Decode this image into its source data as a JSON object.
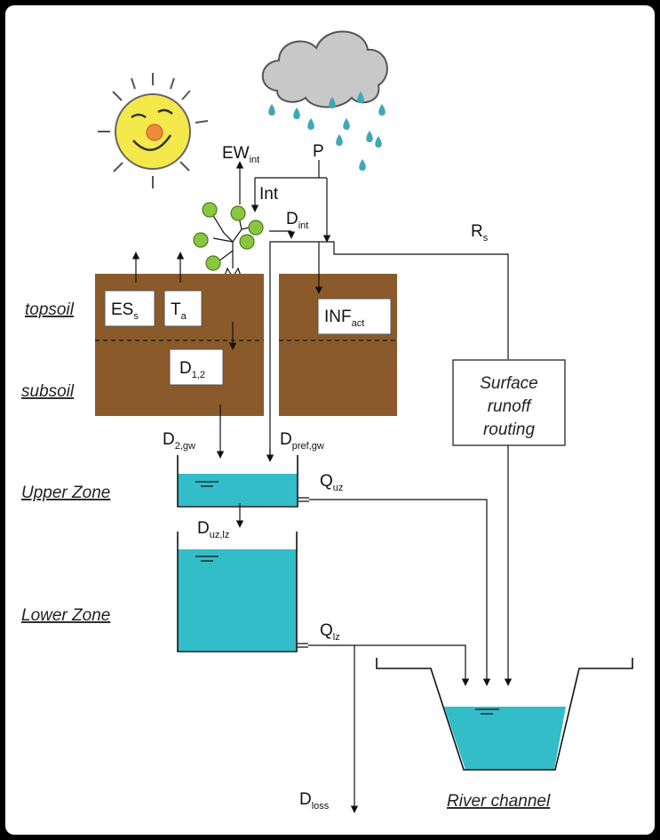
{
  "diagram": {
    "labels": {
      "ew_int": {
        "main": "EW",
        "sub": "int"
      },
      "int": {
        "main": "Int"
      },
      "p": {
        "main": "P"
      },
      "d_int": {
        "main": "D",
        "sub": "int"
      },
      "r_s": {
        "main": "R",
        "sub": "s"
      },
      "es_s": {
        "main": "ES",
        "sub": "s"
      },
      "t_a": {
        "main": "T",
        "sub": "a"
      },
      "inf_act": {
        "main": "INF",
        "sub": "act"
      },
      "d_12": {
        "main": "D",
        "sub": "1,2"
      },
      "d_2gw": {
        "main": "D",
        "sub": "2,gw"
      },
      "d_prefgw": {
        "main": "D",
        "sub": "pref,gw"
      },
      "q_uz": {
        "main": "Q",
        "sub": "uz"
      },
      "d_uzlz": {
        "main": "D",
        "sub": "uz,lz"
      },
      "q_lz": {
        "main": "Q",
        "sub": "lz"
      },
      "d_loss": {
        "main": "D",
        "sub": "loss"
      }
    },
    "zones": {
      "topsoil": "topsoil",
      "subsoil": "subsoil",
      "upper_zone": "Upper Zone",
      "lower_zone": "Lower Zone",
      "river_channel": "River channel"
    },
    "runoff_box": {
      "line1": "Surface",
      "line2": "runoff",
      "line3": "routing"
    },
    "colors": {
      "soil": "#8B5A2B",
      "water": "#33BDC8",
      "cloud": "#C8C8C8",
      "sun": "#F4E94A",
      "sun_nose": "#F08A3A",
      "drop": "#3FA8B8",
      "leaf": "#8CC63F"
    }
  }
}
